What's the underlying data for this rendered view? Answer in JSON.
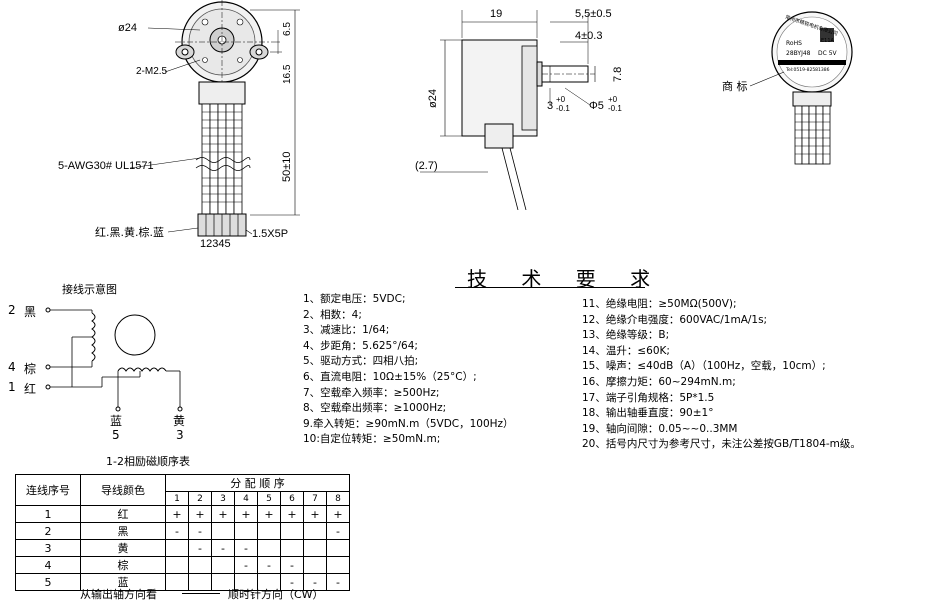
{
  "drawing": {
    "front": {
      "diameter": "ø24",
      "screw": "2-M2.5",
      "dim_65": "6.5",
      "dim_165": "16.5",
      "dim_50": "50±10",
      "cable": "5-AWG30# UL1571",
      "colors": "红.黑.黄.棕.蓝",
      "pins": "12345",
      "connector": "1.5X5P"
    },
    "side": {
      "dim_19": "19",
      "dim_55": "5,5±0.5",
      "dim_4": "4±0.3",
      "dim_78": "7.8",
      "dim_d24": "ø24",
      "dim_3": "3",
      "dim_3_tol_top": "+0",
      "dim_3_tol_bottom": "-0.1",
      "dim_5": "Φ5",
      "dim_5_tol_top": "+0",
      "dim_5_tol_bottom": "-0.1",
      "dim_27": "(2.7)"
    },
    "label_view": {
      "callout": "商 标",
      "brand_top": "常州市精锐电机有限公司",
      "model": "28BYJ48",
      "code": "RoHS",
      "sub": "DC  5V",
      "serial": "Tel:0519-82581386",
      "badge": "E11A"
    }
  },
  "specs": {
    "title": "技 术 要 求",
    "left": [
      "1、额定电压：5VDC;",
      "2、相数：4;",
      "3、减速比：1/64;",
      "4、步距角：5.625°/64;",
      "5、驱动方式：四相八拍;",
      "6、直流电阻：10Ω±15%（25°C）;",
      "7、空载牵入频率：≥500Hz;",
      "8、空载牵出频率：≥1000Hz;",
      "9.牵入转矩：≥90mN.m（5VDC，100Hz）",
      "10:自定位转矩：≥50mN.m;"
    ],
    "right": [
      "11、绝缘电阻：≥50MΩ(500V);",
      "12、绝缘介电强度：600VAC/1mA/1s;",
      "13、绝缘等级：B;",
      "14、温升：≤60K;",
      "15、噪声：≤40dB（A）（100Hz，空载，10cm）;",
      "16、摩擦力矩：60~294mN.m;",
      "17、端子引角规格：5P*1.5",
      "18、输出轴垂直度：90±1°",
      "19、轴向间隙：0.05~~0..3MM",
      "20、括号内尺寸为参考尺寸，未注公差按GB/T1804-m级。"
    ]
  },
  "wiring": {
    "title": "接线示意图",
    "n2": "2",
    "c2": "黑",
    "n4": "4",
    "c4": "棕",
    "n1": "1",
    "c1": "红",
    "c5": "蓝",
    "n5": "5",
    "c3": "黄",
    "n3": "3"
  },
  "table": {
    "title": "1-2相励磁顺序表",
    "header_no": "连线序号",
    "header_color": "导线颜色",
    "header_seq": "分 配 顺 序",
    "steps": [
      "1",
      "2",
      "3",
      "4",
      "5",
      "6",
      "7",
      "8"
    ],
    "rows": [
      {
        "no": "1",
        "color": "红",
        "cells": [
          "+",
          "+",
          "+",
          "+",
          "+",
          "+",
          "+",
          "+"
        ]
      },
      {
        "no": "2",
        "color": "黑",
        "cells": [
          "-",
          "-",
          "",
          "",
          "",
          "",
          "",
          "-"
        ]
      },
      {
        "no": "3",
        "color": "黄",
        "cells": [
          "",
          "-",
          "-",
          "-",
          "",
          "",
          "",
          ""
        ]
      },
      {
        "no": "4",
        "color": "棕",
        "cells": [
          "",
          "",
          "",
          "-",
          "-",
          "-",
          "",
          ""
        ]
      },
      {
        "no": "5",
        "color": "蓝",
        "cells": [
          "",
          "",
          "",
          "",
          "",
          "-",
          "-",
          "-"
        ]
      }
    ],
    "footer_left": "从输出轴方向看",
    "footer_right": "顺时针方向（CW）"
  }
}
